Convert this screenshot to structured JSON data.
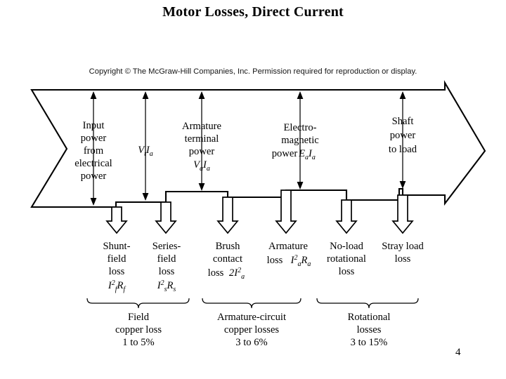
{
  "slide": {
    "title": "Motor Losses, Direct Current",
    "page_number": "4",
    "copyright": "Copyright © The McGraw-Hill Companies, Inc. Permission required for reproduction or display."
  },
  "diagram": {
    "type": "power-flow",
    "flow_stages": [
      {
        "id": "input-power",
        "lines": [
          "Input",
          "power",
          "from",
          "electrical",
          "power"
        ],
        "symbol": ""
      },
      {
        "id": "terminal-power",
        "lines": [],
        "symbol": "VtIa",
        "symbol_parts": {
          "v": "V",
          "v_sub": "t",
          "i": "I",
          "i_sub": "a"
        }
      },
      {
        "id": "armature-terminal-power",
        "lines": [
          "Armature",
          "terminal",
          "power"
        ],
        "symbol": "VaIa",
        "symbol_parts": {
          "v": "V",
          "v_sub": "a",
          "i": "I",
          "i_sub": "a"
        }
      },
      {
        "id": "electromagnetic-power",
        "lines": [
          "Electro-",
          "magnetic",
          "power"
        ],
        "symbol": "EaIa",
        "symbol_parts": {
          "v": "E",
          "v_sub": "a",
          "i": "I",
          "i_sub": "a"
        }
      },
      {
        "id": "shaft-power",
        "lines": [
          "Shaft",
          "power",
          "to load"
        ],
        "symbol": ""
      }
    ],
    "losses": [
      {
        "id": "shunt-field-loss",
        "lines": [
          "Shunt-",
          "field",
          "loss"
        ],
        "formula": {
          "base": "I",
          "sub1": "f",
          "exp": "2",
          "r": "R",
          "sub2": "f"
        }
      },
      {
        "id": "series-field-loss",
        "lines": [
          "Series-",
          "field",
          "loss"
        ],
        "formula": {
          "base": "I",
          "sub1": "s",
          "exp": "2",
          "r": "R",
          "sub2": "s"
        }
      },
      {
        "id": "brush-contact-loss",
        "lines": [
          "Brush",
          "contact",
          "loss"
        ],
        "formula": {
          "coef": "2",
          "base": "I",
          "sub1": "a",
          "exp": "2",
          "r": "",
          "sub2": ""
        }
      },
      {
        "id": "armature-loss",
        "lines": [
          "Armature",
          "loss"
        ],
        "formula": {
          "base": "I",
          "sub1": "a",
          "exp": "2",
          "r": "R",
          "sub2": "a"
        },
        "inline_formula": true
      },
      {
        "id": "no-load-rotational-loss",
        "lines": [
          "No-load",
          "rotational",
          "loss"
        ],
        "formula": null
      },
      {
        "id": "stray-load-loss",
        "lines": [
          "Stray load",
          "loss"
        ],
        "formula": null
      }
    ],
    "groups": [
      {
        "id": "field-copper-loss",
        "lines": [
          "Field",
          "copper loss"
        ],
        "range": "1 to 5%"
      },
      {
        "id": "armature-circuit-copper-losses",
        "lines": [
          "Armature-circuit",
          "copper losses"
        ],
        "range": "3 to 6%"
      },
      {
        "id": "rotational-losses",
        "lines": [
          "Rotational",
          "losses"
        ],
        "range": "3 to 15%"
      }
    ]
  }
}
